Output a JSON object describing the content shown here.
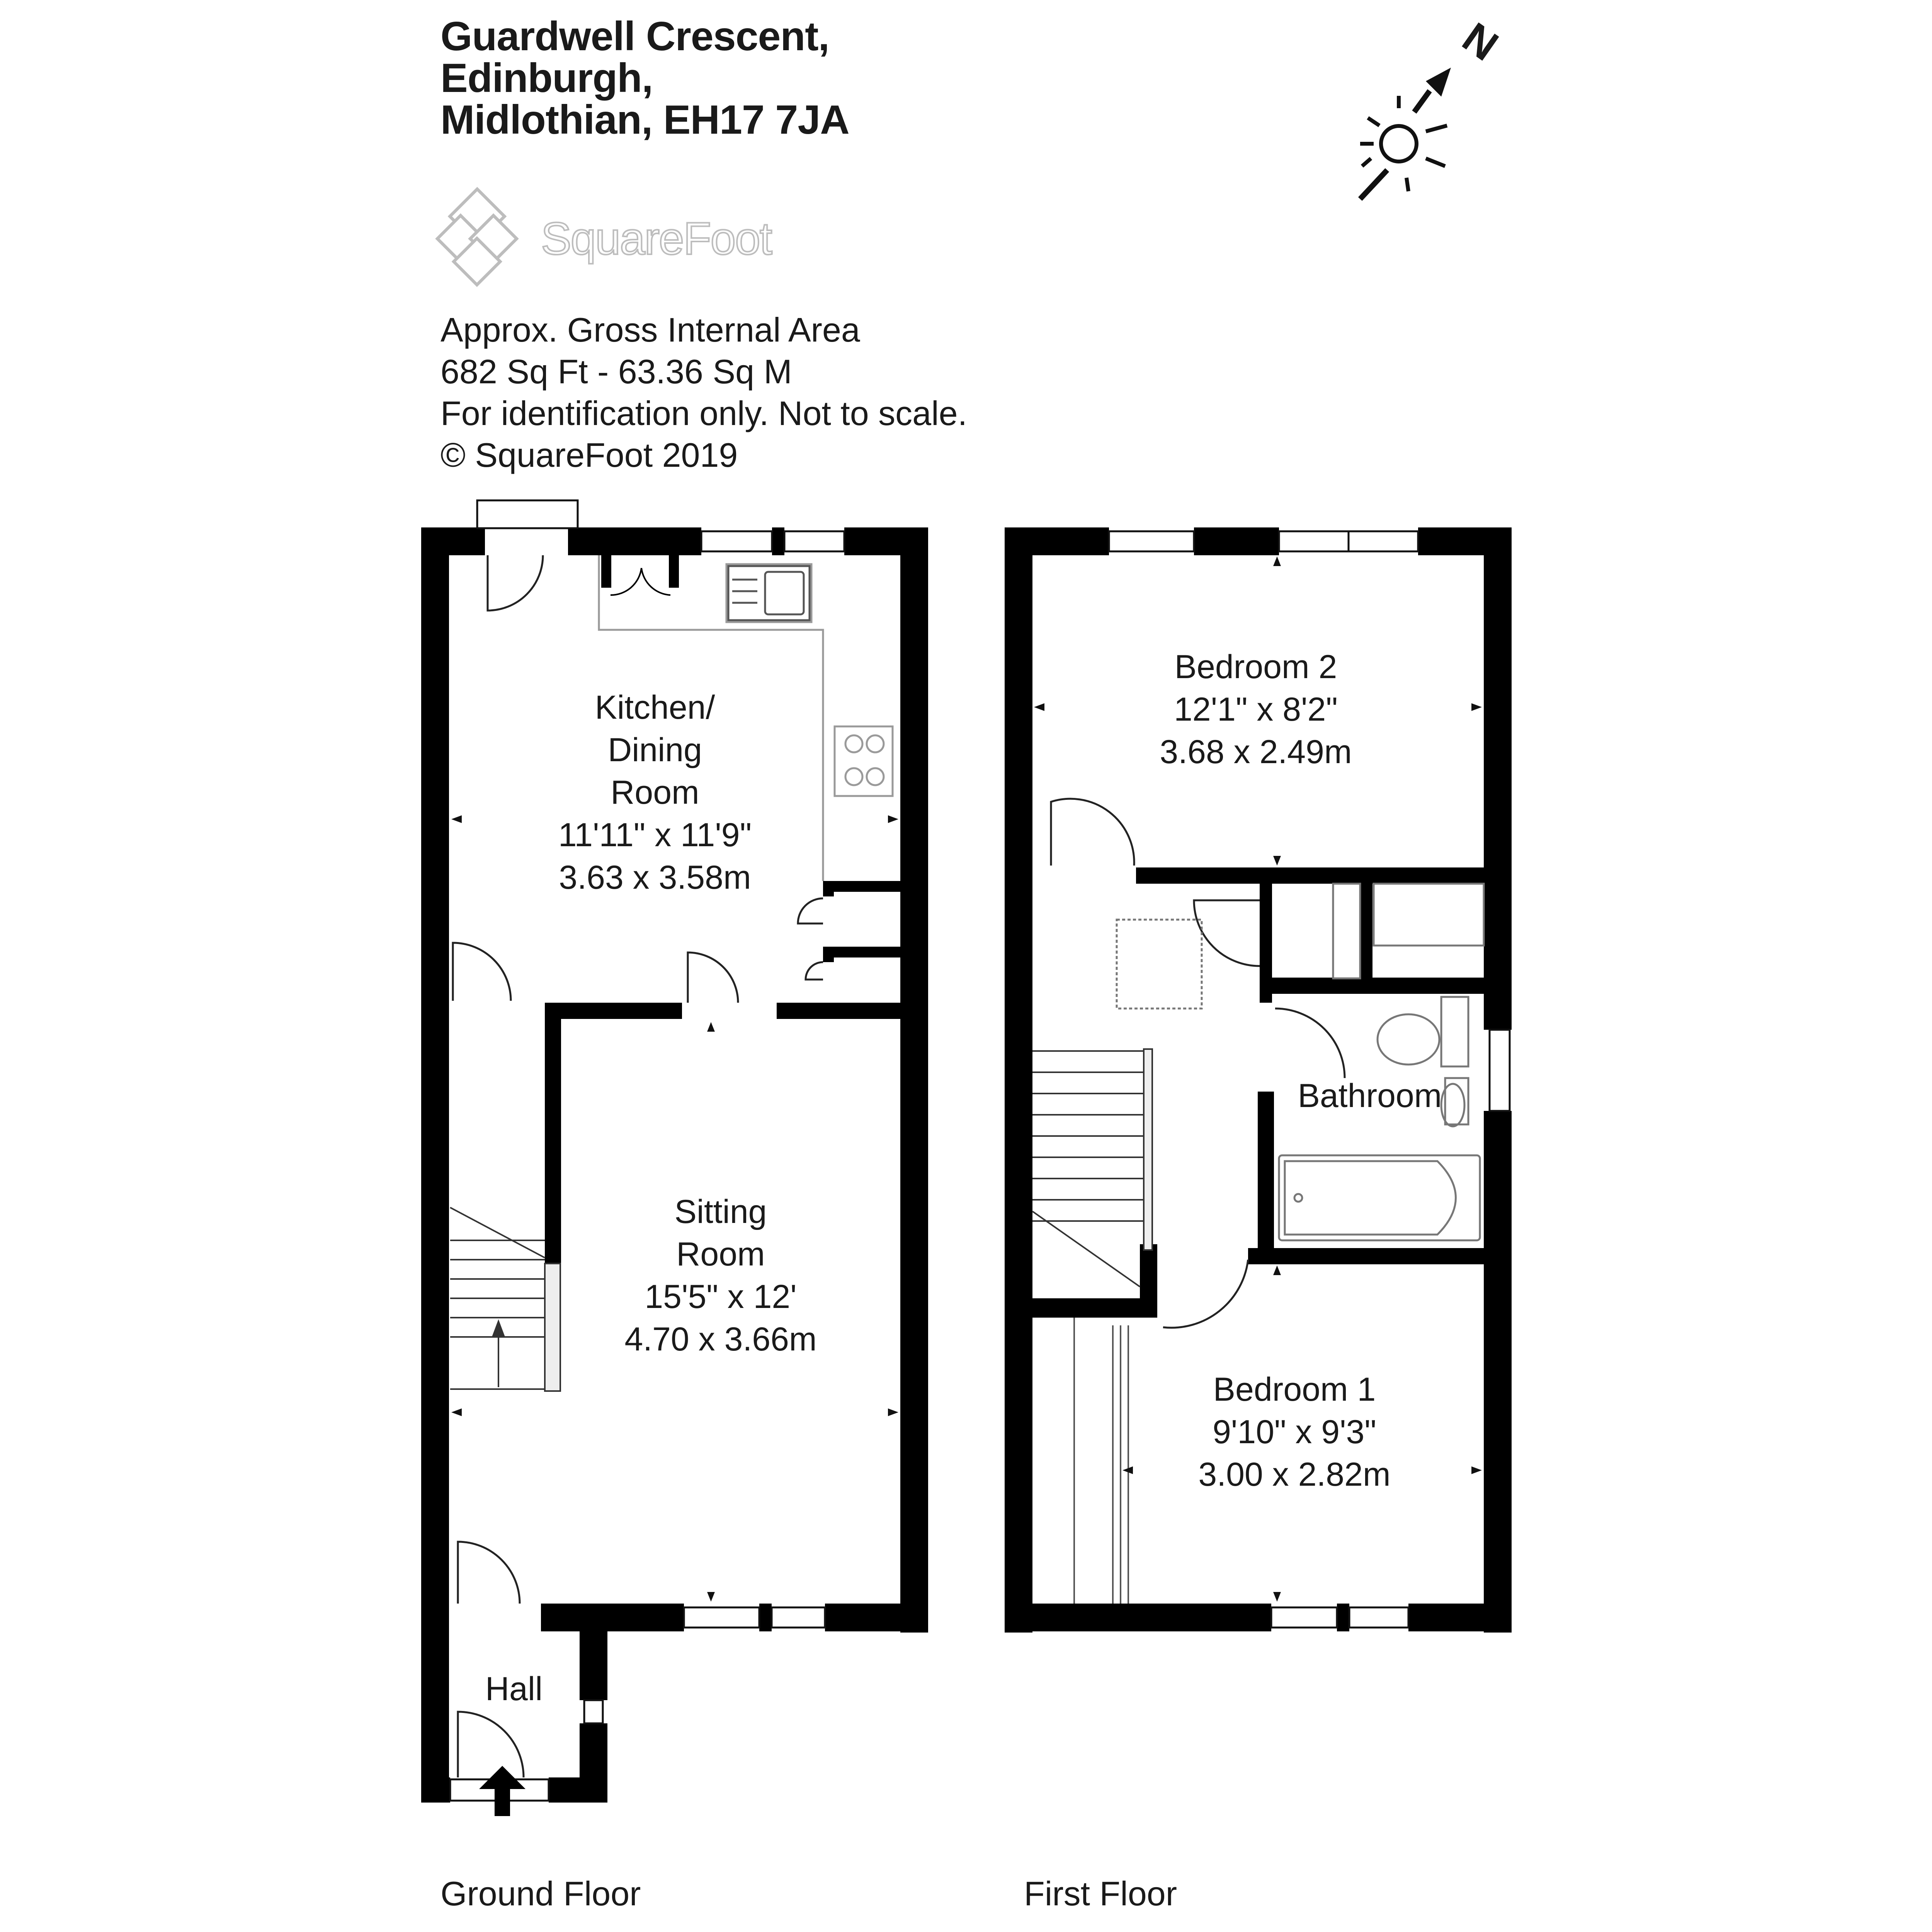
{
  "header": {
    "address_line1": "Guardwell Crescent,",
    "address_line2": "Edinburgh,",
    "address_line3": "Midlothian, EH17 7JA"
  },
  "brand": {
    "name": "SquareFoot",
    "logo_icon": "squarefoot-logo-icon"
  },
  "info": {
    "line1": "Approx. Gross Internal Area",
    "line2": "682 Sq Ft  -  63.36 Sq M",
    "line3": "For identification only. Not to scale.",
    "line4": "© SquareFoot 2019"
  },
  "compass": {
    "north_label": "N",
    "icon": "compass-sun-icon"
  },
  "floors": [
    {
      "label": "Ground Floor"
    },
    {
      "label": "First Floor"
    }
  ],
  "rooms": {
    "kitchen": {
      "name1": "Kitchen/",
      "name2": "Dining",
      "name3": "Room",
      "imperial": "11'11\" x 11'9\"",
      "metric": "3.63 x 3.58m"
    },
    "sitting": {
      "name1": "Sitting",
      "name2": "Room",
      "imperial": "15'5\" x 12'",
      "metric": "4.70 x 3.66m"
    },
    "hall": {
      "name": "Hall"
    },
    "bedroom2": {
      "name": "Bedroom 2",
      "imperial": "12'1\" x 8'2\"",
      "metric": "3.68 x 2.49m"
    },
    "bathroom": {
      "name": "Bathroom"
    },
    "bedroom1": {
      "name": "Bedroom 1",
      "imperial": "9'10\" x 9'3\"",
      "metric": "3.00 x 2.82m"
    }
  },
  "colors": {
    "wall": "#000000",
    "fixture_line": "#9a9a9a",
    "text": "#1a1a1a"
  }
}
